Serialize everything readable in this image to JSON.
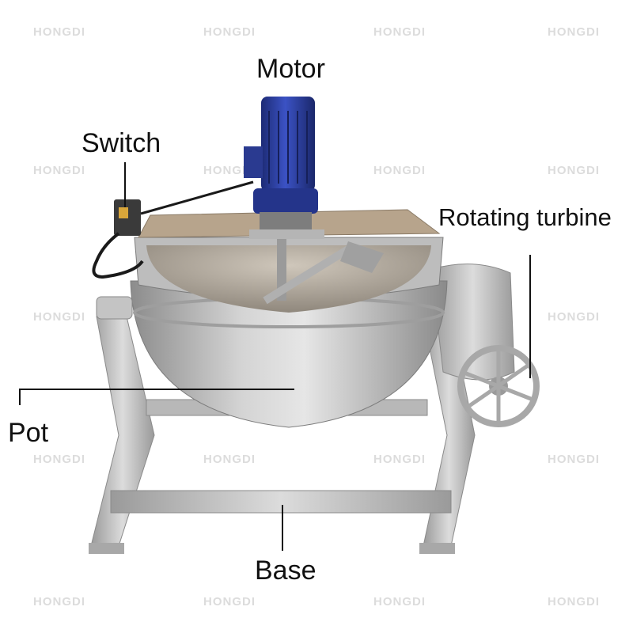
{
  "labels": {
    "motor": "Motor",
    "switch": "Switch",
    "rotating_turbine": "Rotating turbine",
    "pot": "Pot",
    "base": "Base"
  },
  "watermark": "HONGDI",
  "colors": {
    "steel_light": "#d8d8d8",
    "steel_mid": "#a9a9a9",
    "steel_dark": "#7c7c7c",
    "motor_blue": "#2c3f9e",
    "leader_line": "#111111",
    "watermark": "#dcdcdc"
  }
}
